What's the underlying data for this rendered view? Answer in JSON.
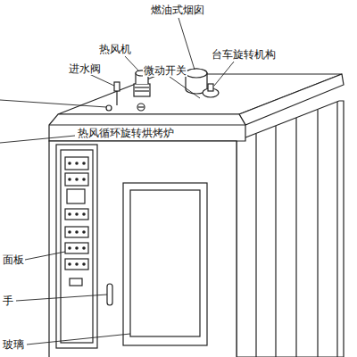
{
  "diagram": {
    "labels": [
      "燃油式烟囱",
      "热风机",
      "微动开关",
      "台车旋转机构",
      "进水阀",
      "热风循环旋转烘烤炉",
      "面板",
      "手",
      "玻璃"
    ]
  }
}
